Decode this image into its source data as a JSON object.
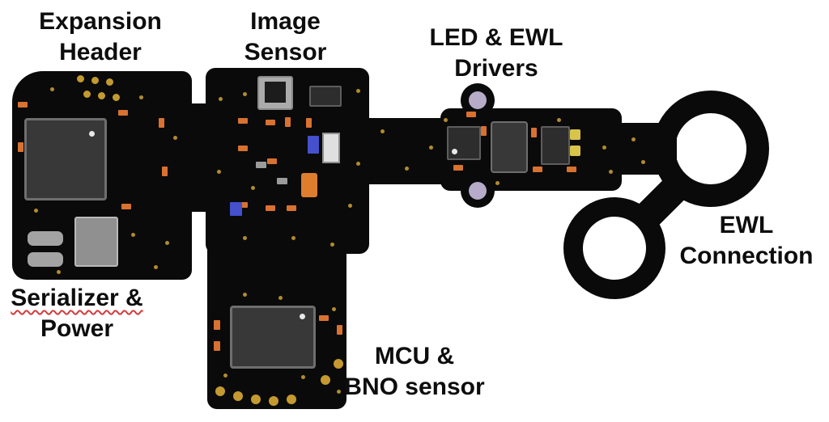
{
  "diagram": {
    "type": "annotated-pcb-diagram",
    "background": "white"
  },
  "labels": {
    "expansion_header": {
      "line1": "Expansion",
      "line2": "Header"
    },
    "image_sensor": {
      "line1": "Image",
      "line2": "Sensor"
    },
    "led_ewl_drivers": {
      "line1": "LED & EWL",
      "line2": "Drivers"
    },
    "ewl_connection": {
      "line1": "EWL",
      "line2": "Connection"
    },
    "serializer_power": {
      "line1": "Serializer &",
      "line2": "Power"
    },
    "mcu_bno_sensor": {
      "line1": "MCU &",
      "line2": "BNO sensor"
    }
  },
  "colors": {
    "page_bg": "#ffffff",
    "board": "#0a0a0a",
    "label_text": "#0d0d0d",
    "pad_gold": "#c49a30",
    "pad_yellow": "#d9c44a",
    "pad_lavender": "#b6abc8",
    "component_dark": "#383838",
    "component_orange": "#d97130",
    "component_blue": "#4450cc",
    "spellcheck_underline": "#d43b3b"
  }
}
